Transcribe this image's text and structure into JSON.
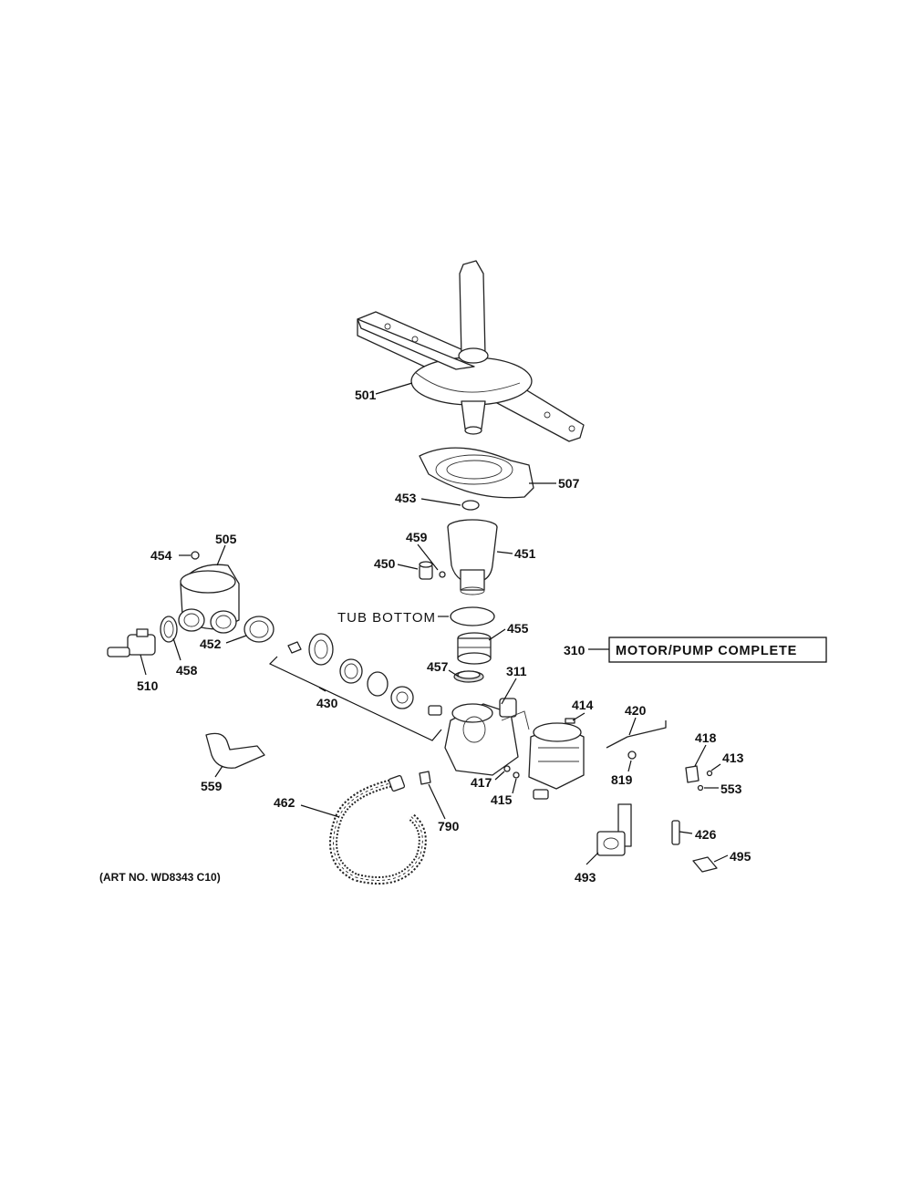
{
  "diagram": {
    "art_number": "(ART NO. WD8343 C10)",
    "tub_bottom": "TUB BOTTOM",
    "motor_pump": {
      "number": "310",
      "text": "MOTOR/PUMP COMPLETE"
    },
    "callouts": {
      "c501": "501",
      "c507": "507",
      "c453": "453",
      "c454": "454",
      "c505": "505",
      "c459": "459",
      "c450": "450",
      "c451": "451",
      "c455": "455",
      "c452": "452",
      "c458": "458",
      "c510": "510",
      "c457": "457",
      "c430": "430",
      "c311": "311",
      "c414": "414",
      "c420": "420",
      "c418": "418",
      "c413": "413",
      "c553": "553",
      "c819": "819",
      "c417": "417",
      "c415": "415",
      "c559": "559",
      "c462": "462",
      "c790": "790",
      "c426": "426",
      "c495": "495",
      "c493": "493"
    }
  }
}
